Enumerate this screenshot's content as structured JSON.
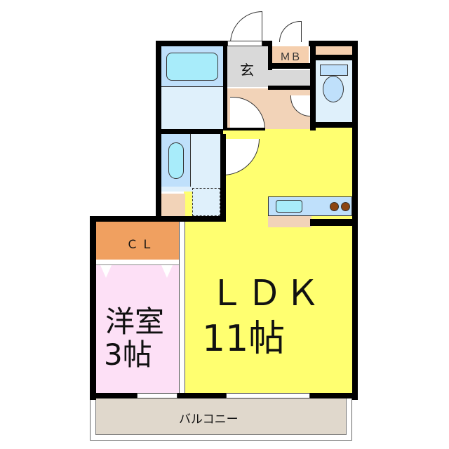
{
  "plan": {
    "rooms": {
      "genkan": {
        "label": "玄",
        "color": "#d9d9d9"
      },
      "mb": {
        "label": "ＭＢ",
        "color": "#f5cfae"
      },
      "hall": {
        "color": "#f2d3b8"
      },
      "bath": {
        "color": "#dff0fb"
      },
      "toilet": {
        "color": "#dff0fb"
      },
      "washroom": {
        "color": "#dff0fb"
      },
      "storage": {
        "color": "#f2d3b8"
      },
      "closet": {
        "label": "ＣＬ",
        "color": "#f0a060"
      },
      "western_room": {
        "label_type": "洋室",
        "label_size": "3帖",
        "color": "#fde0f6"
      },
      "ldk": {
        "label_type": "ＬＤＫ",
        "label_size": "11帖",
        "color": "#ffff70"
      },
      "balcony": {
        "label": "バルコニー",
        "color": "#e0d8cc"
      }
    },
    "fixtures": {
      "bathtub_color": "#a8ecfa",
      "fixture_blue": "#bfe0fb",
      "stove_burner_color": "#8b4513"
    }
  }
}
